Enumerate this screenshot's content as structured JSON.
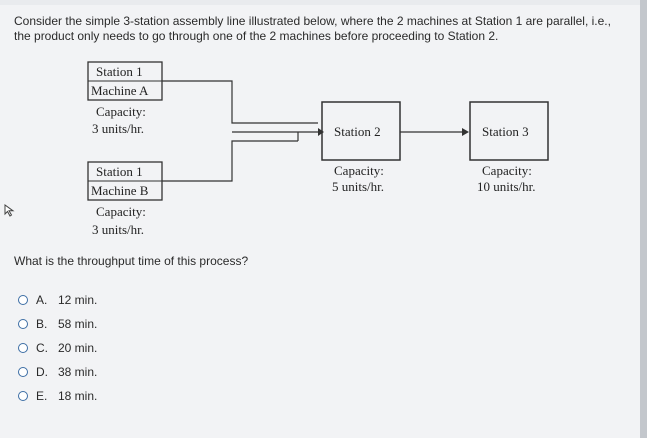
{
  "question": {
    "text": "Consider the simple 3-station assembly line illustrated below, where the 2 machines at Station 1 are parallel, i.e., the product only needs to go through one of the 2 machines before proceeding to Station 2."
  },
  "diagram": {
    "machine_a": {
      "line1": "Station 1",
      "line2": "Machine A",
      "cap_label": "Capacity:",
      "cap_value": "3 units/hr."
    },
    "machine_b": {
      "line1": "Station 1",
      "line2": "Machine B",
      "cap_label": "Capacity:",
      "cap_value": "3 units/hr."
    },
    "station2": {
      "label": "Station 2",
      "cap_label": "Capacity:",
      "cap_value": "5 units/hr."
    },
    "station3": {
      "label": "Station 3",
      "cap_label": "Capacity:",
      "cap_value": "10 units/hr."
    }
  },
  "prompt": "What is the throughput time of this process?",
  "options": [
    {
      "letter": "A.",
      "text": "12 min."
    },
    {
      "letter": "B.",
      "text": "58 min."
    },
    {
      "letter": "C.",
      "text": "20 min."
    },
    {
      "letter": "D.",
      "text": "38 min."
    },
    {
      "letter": "E.",
      "text": "18 min."
    }
  ]
}
